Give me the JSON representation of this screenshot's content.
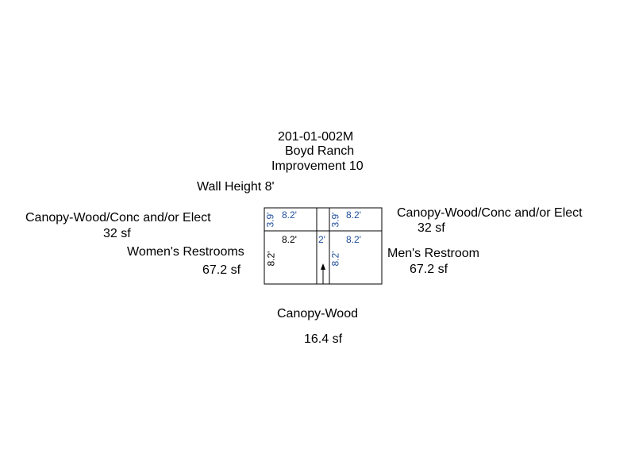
{
  "header": {
    "parcel_id": "201-01-002M",
    "ranch": "Boyd Ranch",
    "improvement": "Improvement 10"
  },
  "wall_height": "Wall Height 8'",
  "areas": {
    "canopy_left": {
      "label": "Canopy-Wood/Conc and/or Elect",
      "size": "32 sf"
    },
    "canopy_right": {
      "label": "Canopy-Wood/Conc and/or Elect",
      "size": "32 sf"
    },
    "womens": {
      "label": "Women's Restrooms",
      "size": "67.2 sf"
    },
    "mens": {
      "label": "Men's Restroom",
      "size": "67.2 sf"
    },
    "canopy_wood": {
      "label": "Canopy-Wood",
      "size": "16.4 sf"
    }
  },
  "dimensions": {
    "left_canopy_width": "8.2'",
    "left_canopy_depth": "3.9'",
    "right_canopy_width": "8.2'",
    "right_canopy_depth": "3.9'",
    "womens_width": "8.2'",
    "womens_depth": "8.2'",
    "mens_width": "8.2'",
    "mens_depth": "8.2'",
    "breezeway_width": "2'"
  },
  "colors": {
    "line": "#000000",
    "canopy_dim": "#1f4e9a",
    "room_dim": "#000000"
  }
}
